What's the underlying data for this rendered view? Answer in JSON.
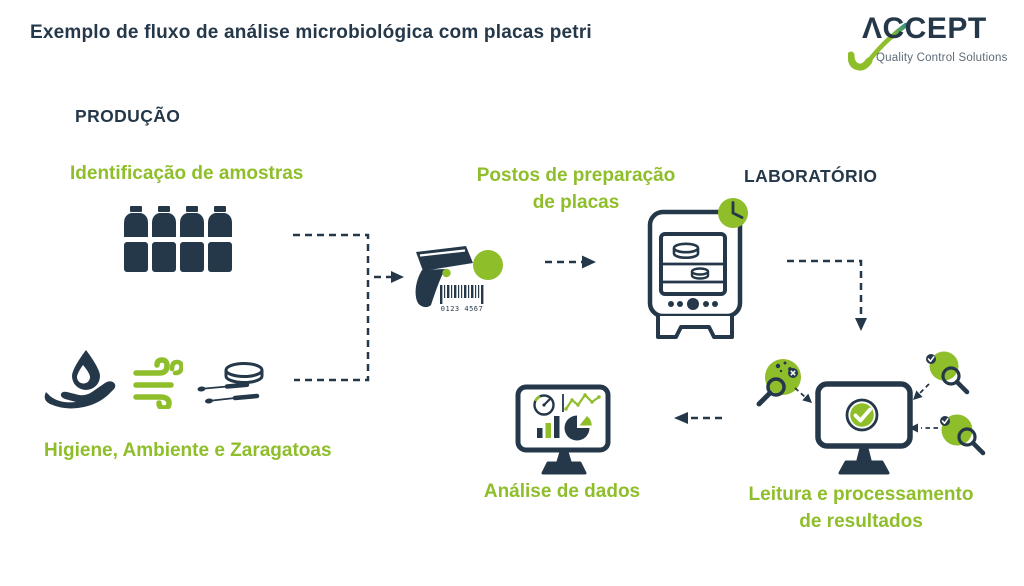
{
  "colors": {
    "navy": "#25384A",
    "green": "#8FBE2B",
    "tagline_gray": "#5E6B76",
    "background": "#FFFFFF"
  },
  "header": {
    "title": "Exemplo de fluxo de análise microbiológica com placas petri",
    "logo": {
      "wordmark": "ΛCCEPT",
      "tagline": "Quality Control Solutions"
    }
  },
  "zones": {
    "production": "PRODUÇÃO",
    "laboratory": "LABORATÓRIO"
  },
  "steps": {
    "sample_identification": {
      "label": "Identificação de amostras",
      "icon": "sample-bottles-icon"
    },
    "plate_prep": {
      "line1": "Postos de preparação",
      "line2": "de placas",
      "icon": "plate-prep-machine-icon"
    },
    "hygiene": {
      "label": "Higiene, Ambiente e Zaragatoas",
      "icons": [
        "hand-water-drop-icon",
        "air-wind-icon",
        "petri-dish-swabs-icon"
      ]
    },
    "data_analysis": {
      "label": "Análise de dados",
      "icon": "charts-monitor-icon"
    },
    "results_reading": {
      "line1": "Leitura e processamento",
      "line2": "de resultados",
      "icon": "checkmark-monitor-icon"
    }
  },
  "scanner": {
    "barcode_text": "0123 4567",
    "icon": "barcode-scanner-icon"
  }
}
